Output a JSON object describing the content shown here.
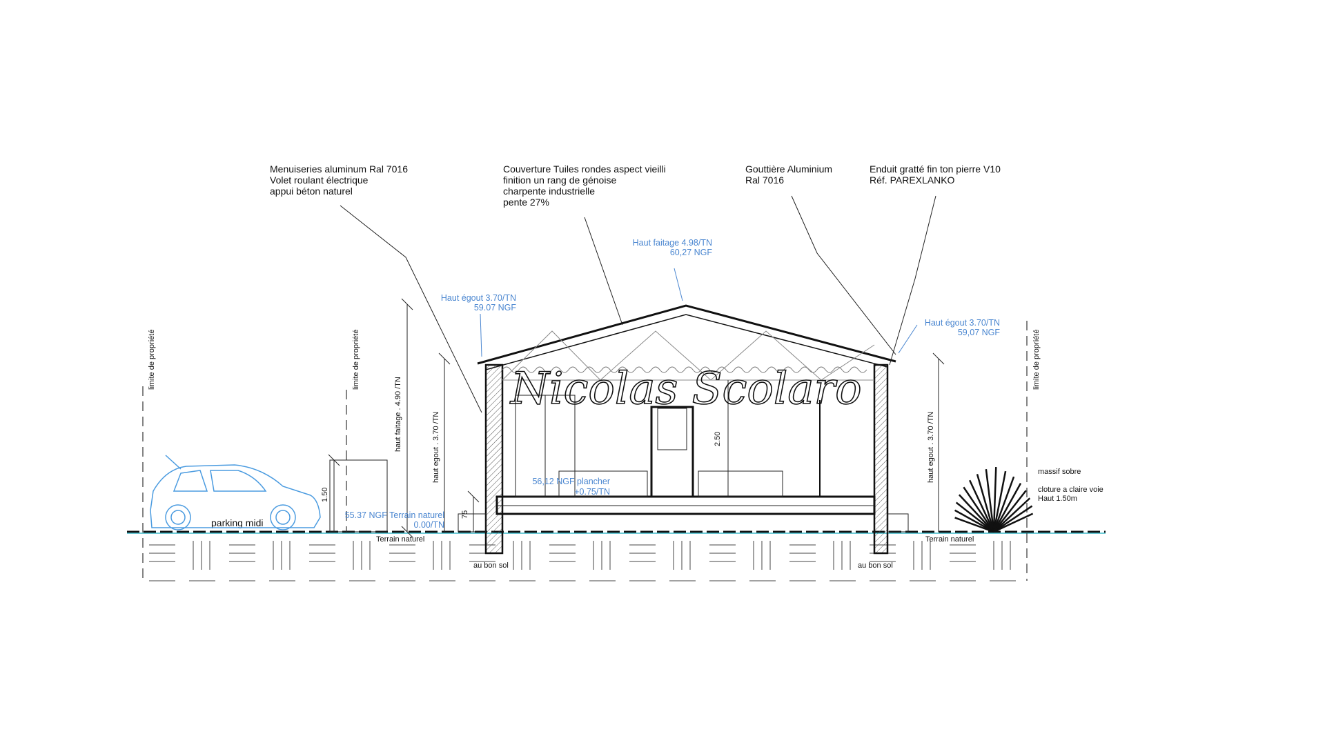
{
  "annotations": {
    "menuiseries": [
      "Menuiseries aluminum Ral 7016",
      "Volet roulant électrique",
      "appui béton naturel"
    ],
    "couverture": [
      "Couverture Tuiles rondes aspect vieilli",
      "finition un rang de génoise",
      "charpente industrielle",
      "pente 27%"
    ],
    "gouttiere": [
      "Gouttière Aluminium",
      "Ral 7016"
    ],
    "enduit": [
      "Enduit gratté fin ton pierre V10",
      "Réf. PAREXLANKO"
    ]
  },
  "levels": {
    "faitage": [
      "Haut faitage 4.98/TN",
      "60,27 NGF"
    ],
    "egout_left": [
      "Haut égout 3.70/TN",
      "59.07 NGF"
    ],
    "egout_right": [
      "Haut égout 3.70/TN",
      "59,07 NGF"
    ],
    "plancher": [
      "56,12 NGF plancher",
      "+0.75/TN"
    ],
    "terrain": [
      "55.37 NGF Terrain naturel",
      "0.00/TN"
    ]
  },
  "dimensions": {
    "haut_faitage": "haut faitage . 4.90 /TN",
    "haut_egout_left": "haut egout . 3.70 /TN",
    "haut_egout_right": "haut egout . 3.70 /TN",
    "fence_height": "1.50",
    "step_height": "75",
    "ceiling_height": "2.50"
  },
  "site": {
    "limite_left": "limite de propriété",
    "limite_mid": "limite de propriété",
    "limite_right": "limite de propriété",
    "parking": "parking midi",
    "terrain_left": "Terrain naturel",
    "terrain_right": "Terrain naturel",
    "bon_sol_left": "au bon sol",
    "bon_sol_right": "au bon sol",
    "massif": "massif sobre",
    "cloture": [
      "cloture a claire voie",
      "Haut 1.50m"
    ]
  },
  "signature": "Nicolas Scolaro",
  "colors": {
    "level_blue": "#4a86d0",
    "car_blue": "#4a9be0",
    "ground_cyan": "#3fb8c8"
  }
}
